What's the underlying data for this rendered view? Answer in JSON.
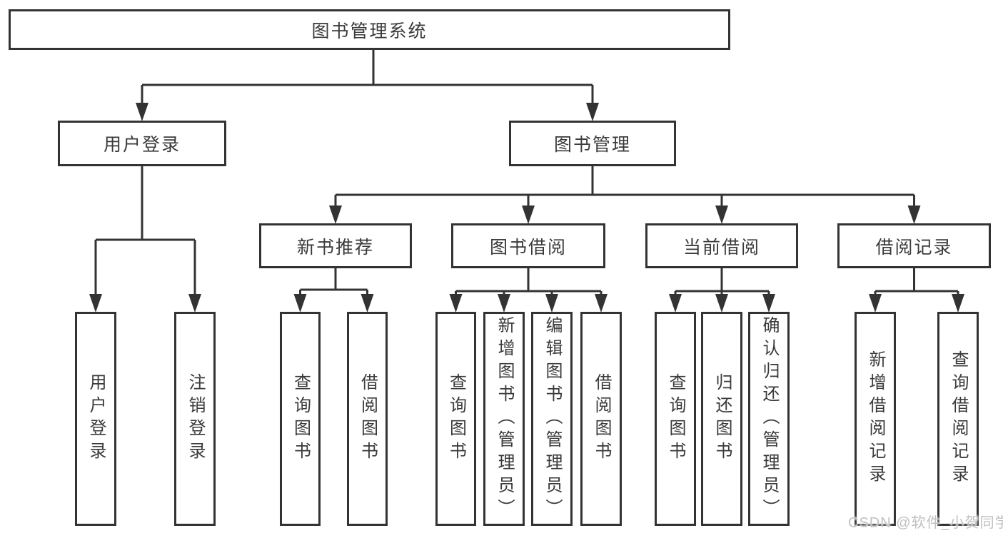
{
  "diagram": {
    "title": "图书管理系统",
    "colors": {
      "line": "#333333",
      "box_border": "#333333",
      "text": "#3a3a3a",
      "background": "#ffffff",
      "watermark": "#c0c0c0"
    },
    "watermark": "CSDN @软件_小贺同学",
    "nodes": [
      {
        "id": "root",
        "label": "图书管理系统",
        "parent": null
      },
      {
        "id": "user-login",
        "label": "用户登录",
        "parent": "root"
      },
      {
        "id": "book-mgmt",
        "label": "图书管理",
        "parent": "root"
      },
      {
        "id": "new-book-rec",
        "label": "新书推荐",
        "parent": "book-mgmt"
      },
      {
        "id": "book-borrow",
        "label": "图书借阅",
        "parent": "book-mgmt"
      },
      {
        "id": "current-borrow",
        "label": "当前借阅",
        "parent": "book-mgmt"
      },
      {
        "id": "borrow-record",
        "label": "借阅记录",
        "parent": "book-mgmt"
      },
      {
        "id": "leaf-user-login",
        "label": "用户登录",
        "parent": "user-login"
      },
      {
        "id": "leaf-logout",
        "label": "注销登录",
        "parent": "user-login"
      },
      {
        "id": "leaf-nbr-query",
        "label": "查询图书",
        "parent": "new-book-rec"
      },
      {
        "id": "leaf-nbr-borrow",
        "label": "借阅图书",
        "parent": "new-book-rec"
      },
      {
        "id": "leaf-bb-query",
        "label": "查询图书",
        "parent": "book-borrow"
      },
      {
        "id": "leaf-bb-add",
        "label": "新增图书（管理员）",
        "parent": "book-borrow"
      },
      {
        "id": "leaf-bb-edit",
        "label": "编辑图书（管理员）",
        "parent": "book-borrow"
      },
      {
        "id": "leaf-bb-borrow",
        "label": "借阅图书",
        "parent": "book-borrow"
      },
      {
        "id": "leaf-cb-query",
        "label": "查询图书",
        "parent": "current-borrow"
      },
      {
        "id": "leaf-cb-return",
        "label": "归还图书",
        "parent": "current-borrow"
      },
      {
        "id": "leaf-cb-confirm",
        "label": "确认归还（管理员）",
        "parent": "current-borrow"
      },
      {
        "id": "leaf-br-add",
        "label": "新增借阅记录",
        "parent": "borrow-record"
      },
      {
        "id": "leaf-br-query",
        "label": "查询借阅记录",
        "parent": "borrow-record"
      }
    ]
  }
}
